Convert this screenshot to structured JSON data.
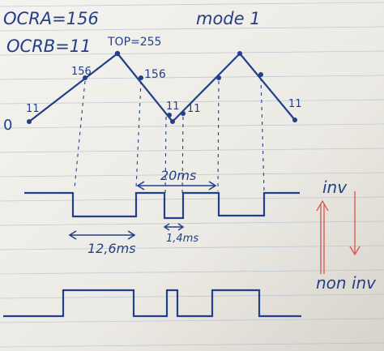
{
  "header": {
    "ocra": "OCRA=156",
    "ocrb": "OCRB=11",
    "mode": "mode 1"
  },
  "triangle": {
    "top_label": "TOP=255",
    "zero_label": "0",
    "labels": {
      "a_156_left": "156",
      "a_156_right": "156",
      "b_11_first": "11",
      "b_11_mid_left": "11",
      "b_11_mid_right": "11",
      "b_11_last": "11"
    }
  },
  "annotations": {
    "period": "20ms",
    "high_time": "12,6ms",
    "short_pulse": "1,4ms",
    "inverting": "inv",
    "non_inverting": "non inv"
  },
  "colors": {
    "ink": "#233f8a",
    "red_ink": "#d9534f",
    "rule_blue": "#9fb3c8",
    "margin_red": "#c99b9b",
    "paper": "#f3f2ee"
  }
}
